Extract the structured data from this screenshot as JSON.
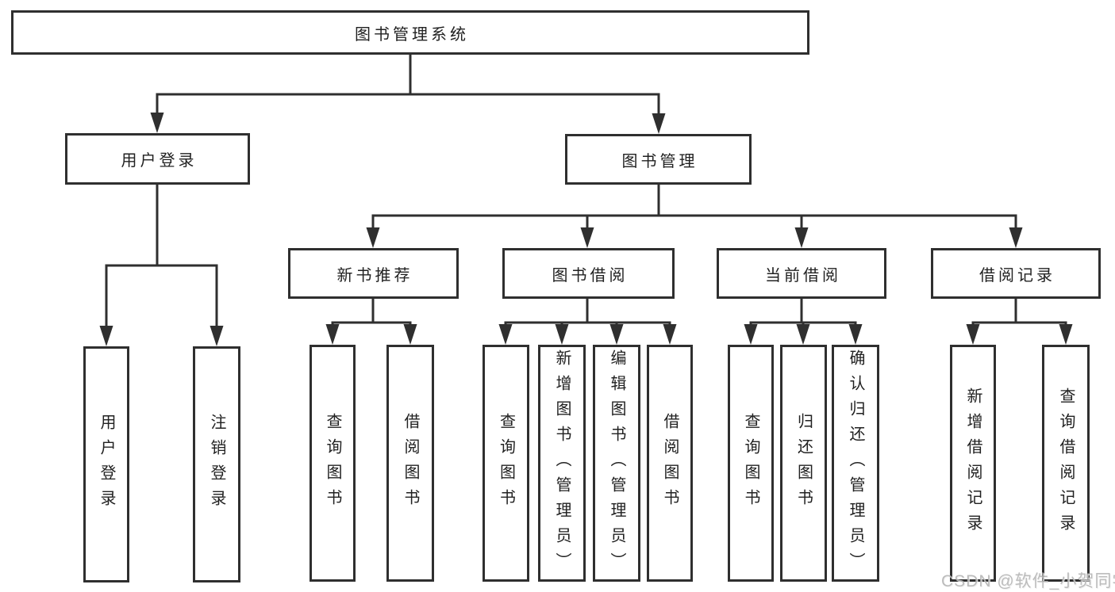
{
  "diagram": {
    "root": {
      "label": "图书管理系统"
    },
    "level2": [
      {
        "label": "用户登录"
      },
      {
        "label": "图书管理"
      }
    ],
    "level3": [
      {
        "label": "新书推荐"
      },
      {
        "label": "图书借阅"
      },
      {
        "label": "当前借阅"
      },
      {
        "label": "借阅记录"
      }
    ],
    "user_login_leaves": [
      {
        "label": "用户登录"
      },
      {
        "label": "注销登录"
      }
    ],
    "new_book_leaves": [
      {
        "label": "查询图书"
      },
      {
        "label": "借阅图书"
      }
    ],
    "book_borrow_leaves": [
      {
        "label": "查询图书"
      },
      {
        "label": "新增图书（管理员）"
      },
      {
        "label": "编辑图书（管理员）"
      },
      {
        "label": "借阅图书"
      }
    ],
    "current_borrow_leaves": [
      {
        "label": "查询图书"
      },
      {
        "label": "归还图书"
      },
      {
        "label": "确认归还（管理员）"
      }
    ],
    "borrow_record_leaves": [
      {
        "label": "新增借阅记录"
      },
      {
        "label": "查询借阅记录"
      }
    ],
    "colors": {
      "line": "#2f2f2f",
      "text": "#212121",
      "box_background": "#ffffff",
      "watermark": "#b5b5b5"
    }
  },
  "watermark": {
    "text": "CSDN @软件_小贺同学"
  }
}
